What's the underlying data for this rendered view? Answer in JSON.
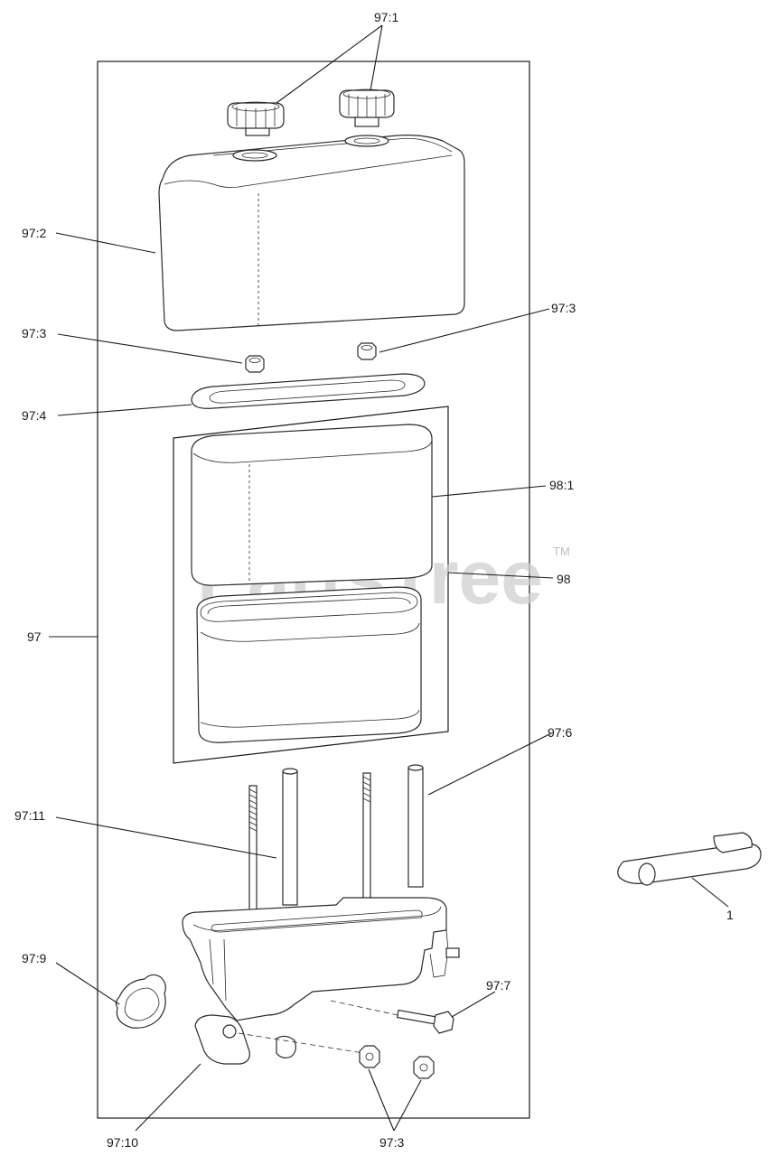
{
  "watermark": {
    "text": "PartsTree",
    "tm": "TM"
  },
  "callouts": {
    "c97_1": "97:1",
    "c97_2": "97:2",
    "c97_3_left": "97:3",
    "c97_3_right": "97:3",
    "c97_4": "97:4",
    "c98_1": "98:1",
    "c98": "98",
    "c97": "97",
    "c97_6": "97:6",
    "c97_11": "97:11",
    "c1": "1",
    "c97_9": "97:9",
    "c97_7": "97:7",
    "c97_10": "97:10",
    "c97_3_bottom": "97:3"
  }
}
